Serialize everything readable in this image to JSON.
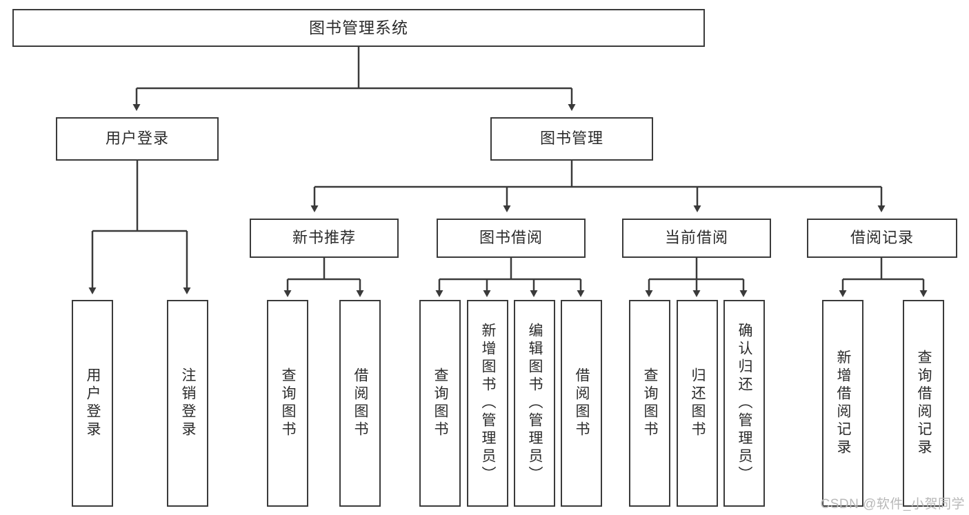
{
  "diagram": {
    "type": "tree-hierarchy",
    "title": "图书管理系统",
    "watermark": "CSDN @软件_小贺同学",
    "colors": {
      "stroke": "#3a3a3a",
      "text": "#2b2b2b",
      "background": "#ffffff",
      "watermark": "#b8b8b8"
    },
    "root": {
      "label": "图书管理系统"
    },
    "level1": [
      {
        "label": "用户登录"
      },
      {
        "label": "图书管理"
      }
    ],
    "level2": [
      {
        "label": "新书推荐"
      },
      {
        "label": "图书借阅"
      },
      {
        "label": "当前借阅"
      },
      {
        "label": "借阅记录"
      }
    ],
    "leaves": {
      "user_login": [
        {
          "label": "用户登录"
        },
        {
          "label": "注销登录"
        }
      ],
      "new_book_rec": [
        {
          "label": "查询图书"
        },
        {
          "label": "借阅图书"
        }
      ],
      "book_borrow": [
        {
          "label": "查询图书"
        },
        {
          "label": "新增图书（管理员）"
        },
        {
          "label": "编辑图书（管理员）"
        },
        {
          "label": "借阅图书"
        }
      ],
      "current_borrow": [
        {
          "label": "查询图书"
        },
        {
          "label": "归还图书"
        },
        {
          "label": "确认归还（管理员）"
        }
      ],
      "borrow_record": [
        {
          "label": "新增借阅记录"
        },
        {
          "label": "查询借阅记录"
        }
      ]
    }
  }
}
